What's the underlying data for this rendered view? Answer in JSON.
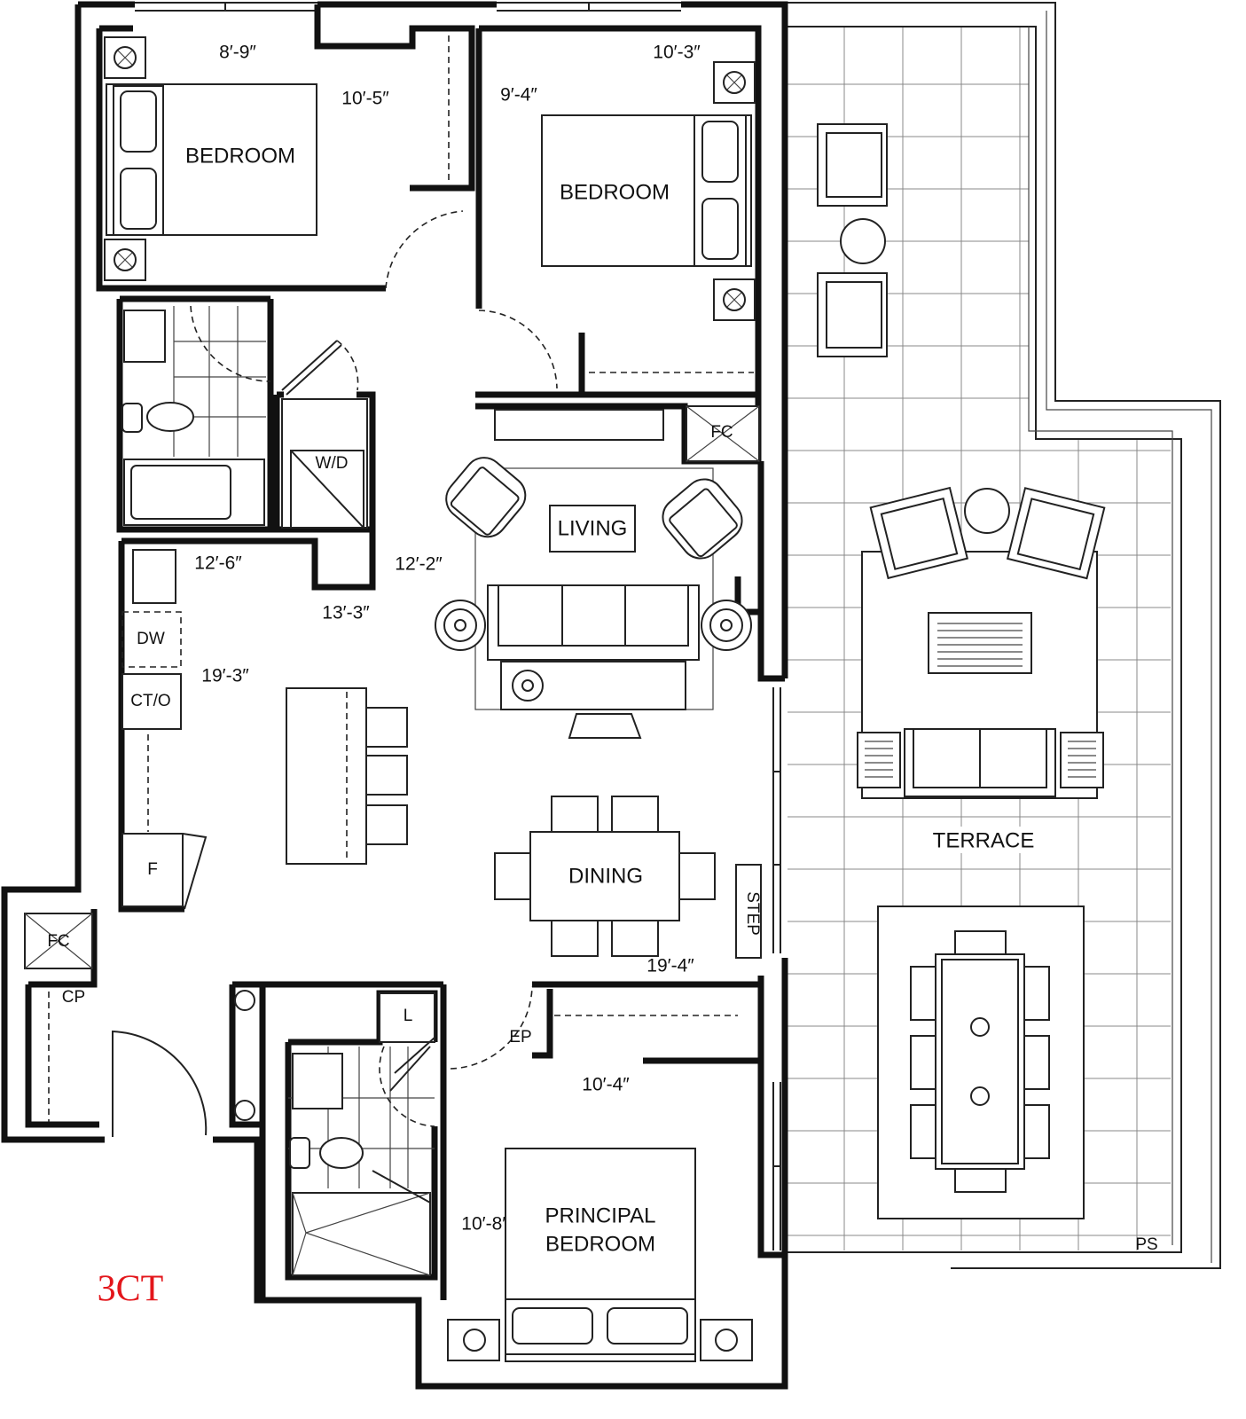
{
  "plan": {
    "unit_code": "3CT",
    "rooms": {
      "bedroom_1": "BEDROOM",
      "bedroom_2": "BEDROOM",
      "living": "LIVING",
      "dining": "DINING",
      "terrace": "TERRACE",
      "principal_line1": "PRINCIPAL",
      "principal_line2": "BEDROOM"
    },
    "fixtures": {
      "fc_upper": "FC",
      "fc_lower": "FC",
      "wd": "W/D",
      "dw": "DW",
      "cto": "CT/O",
      "fridge": "F",
      "step": "STEP",
      "cp": "CP",
      "linen": "L",
      "ep": "EP",
      "ps": "PS"
    },
    "dimensions": {
      "bed1_width": "8′-9″",
      "bed1_depth": "10′-5″",
      "bed2_depth": "9′-4″",
      "bed2_width": "10′-3″",
      "kitchen_a": "12′-6″",
      "kitchen_b": "12′-2″",
      "kitchen_c": "13′-3″",
      "living_depth": "19′-3″",
      "living_width": "19′-4″",
      "principal_width": "10′-4″",
      "principal_depth": "10′-8″"
    },
    "colors": {
      "wall": "#111111",
      "unit_code": "#e3161b"
    }
  }
}
